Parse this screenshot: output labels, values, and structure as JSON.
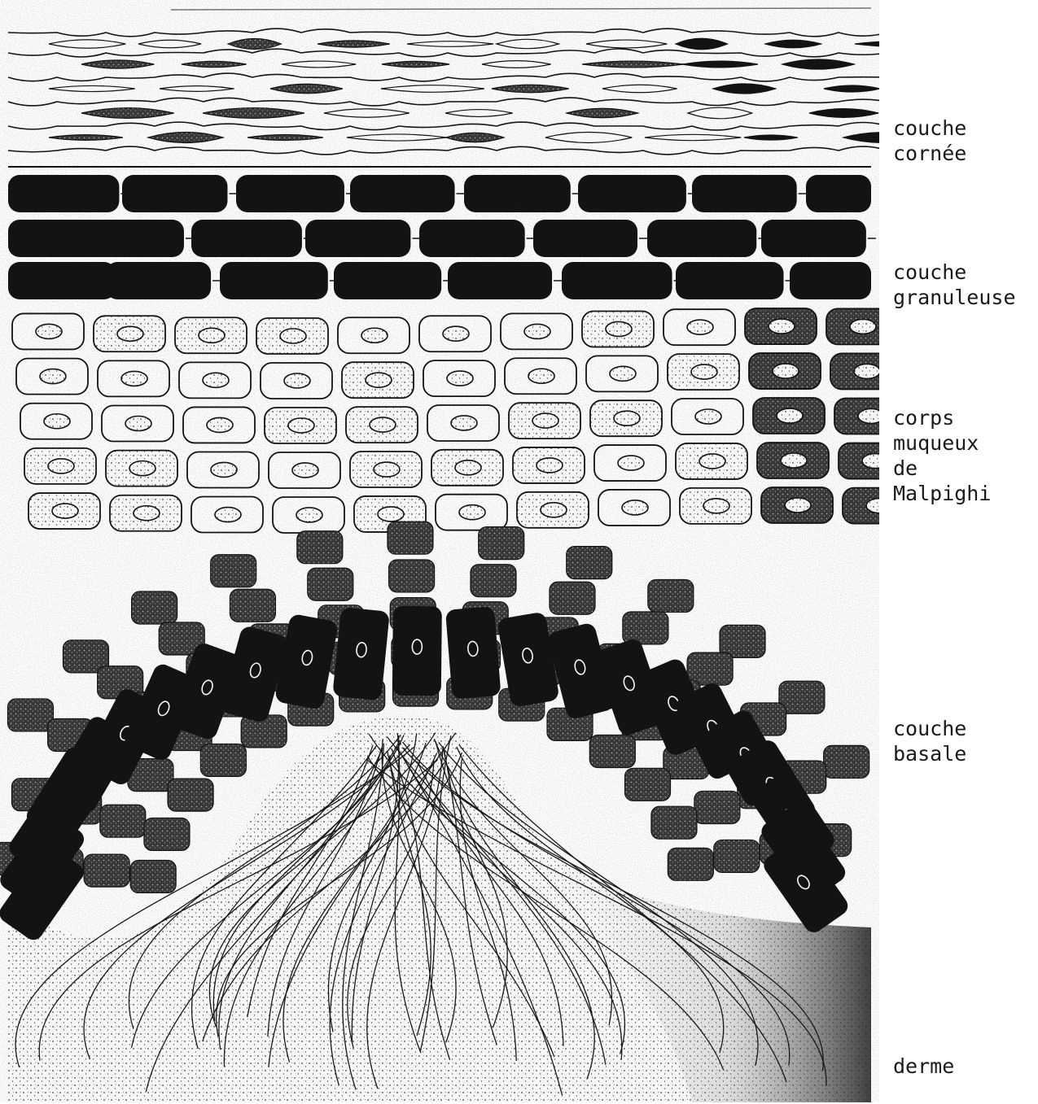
{
  "labels": {
    "cornee": [
      "couche",
      "cornée"
    ],
    "granuleuse": [
      "couche",
      "granuleuse"
    ],
    "malpighi": [
      "corps",
      "muqueux",
      "de",
      "Malpighi"
    ],
    "basale": [
      "couche",
      "basale"
    ],
    "derme": [
      "derme"
    ]
  },
  "colors": {
    "ink": "#141414",
    "paper": "#ffffff",
    "speckle": "#555555"
  }
}
